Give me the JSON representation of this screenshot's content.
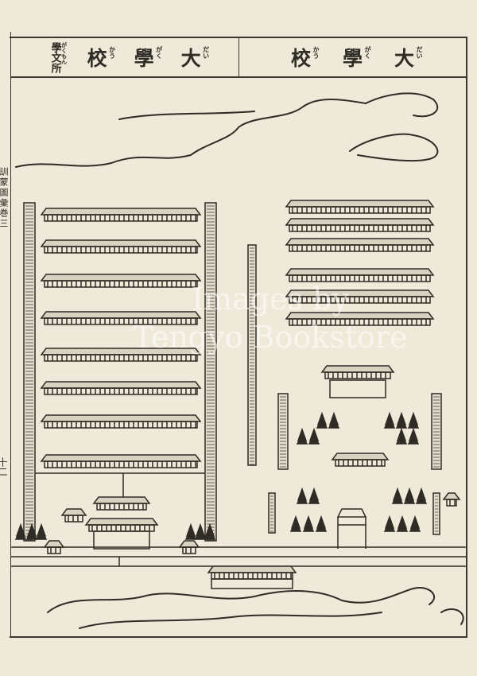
{
  "header": {
    "left": {
      "title_chars": [
        {
          "kanji": "大",
          "furigana": "だい"
        },
        {
          "kanji": "學",
          "furigana": "がく"
        },
        {
          "kanji": "校",
          "furigana": "かう"
        }
      ],
      "subtitle": {
        "kanji": "學文所",
        "furigana": "がくもん"
      }
    },
    "right": {
      "title_chars": [
        {
          "kanji": "大",
          "furigana": "だい"
        },
        {
          "kanji": "學",
          "furigana": "がく"
        },
        {
          "kanji": "校",
          "furigana": "かう"
        }
      ]
    }
  },
  "margin": {
    "book_title": "訓蒙圖彙巻三",
    "page_number": "十二"
  },
  "watermark": {
    "line1": "Images by",
    "line2": "Tengyo Bookstore"
  },
  "colors": {
    "paper": "#efe9da",
    "ink": "#2f2b25"
  }
}
